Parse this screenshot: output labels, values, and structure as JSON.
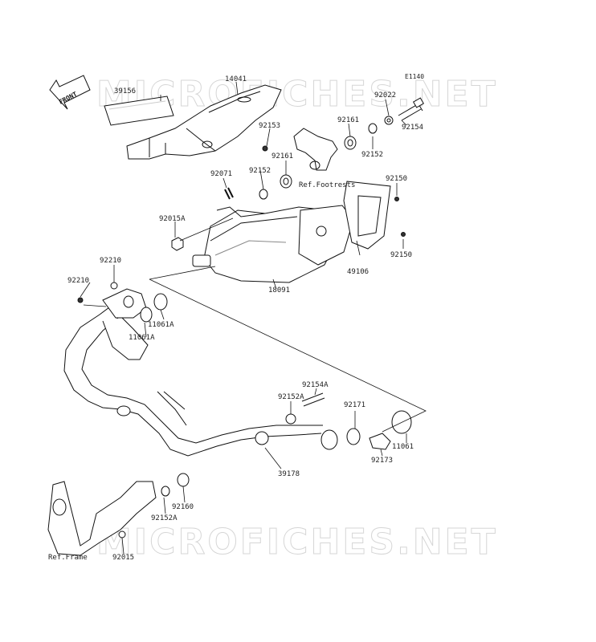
{
  "diagram_code": "E1140",
  "front_label": "FRONT",
  "watermarks": [
    "MICROFICHES.NET",
    "MICROFICHES.NET"
  ],
  "parts": {
    "p14041": "14041",
    "p39156": "39156",
    "p92153": "92153",
    "p92161a": "92161",
    "p92161b": "92161",
    "p92022": "92022",
    "p92154": "92154",
    "p92152a": "92152",
    "p92152b": "92152",
    "p92071": "92071",
    "p92150a": "92150",
    "p92150b": "92150",
    "p92015A": "92015A",
    "p49106": "49106",
    "p18091": "18091",
    "p92210a": "92210",
    "p92210b": "92210",
    "p11061Aa": "11061A",
    "p11061Ab": "11061A",
    "p92154A": "92154A",
    "p92152A": "92152A",
    "p92171": "92171",
    "p11061": "11061",
    "p92173": "92173",
    "p39178": "39178",
    "p92160": "92160",
    "p92152Ab": "92152A",
    "p92015": "92015"
  },
  "refs": {
    "footrests": "Ref.Footrests",
    "frame": "Ref.Frame"
  }
}
